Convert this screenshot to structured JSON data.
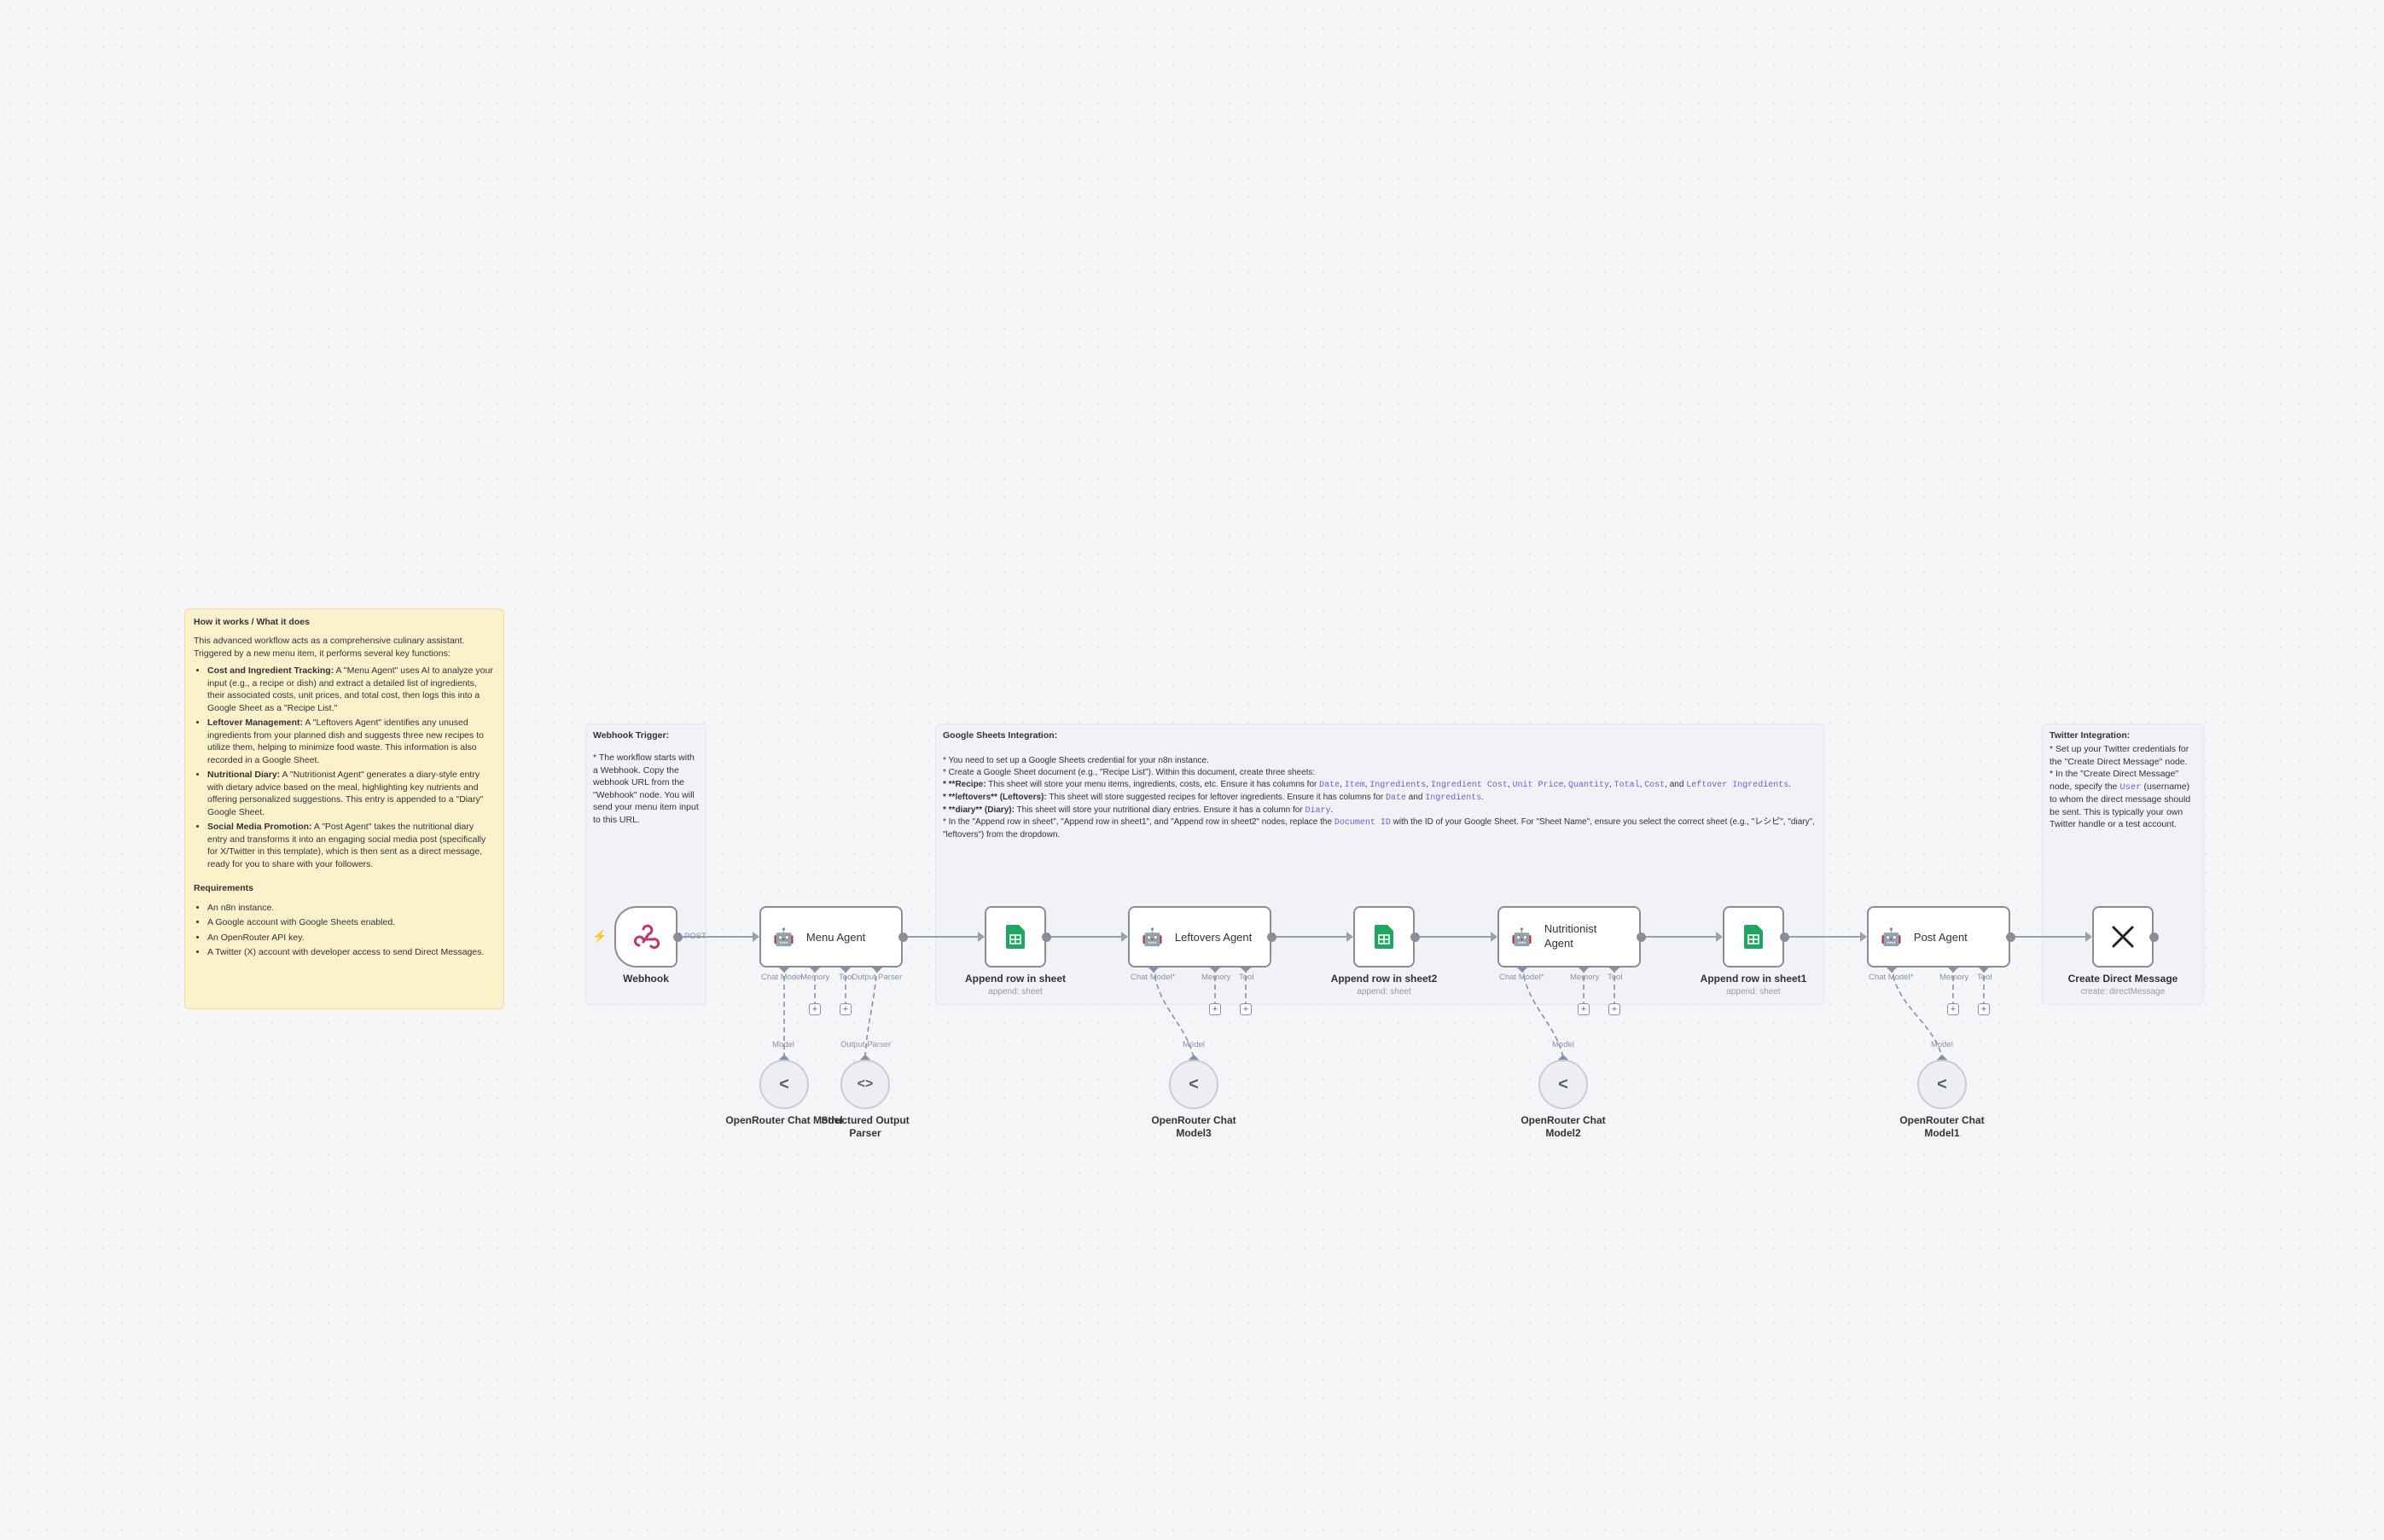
{
  "notes": {
    "main": {
      "title": "How it works / What it does",
      "intro": "This advanced workflow acts as a comprehensive culinary assistant. Triggered by a new menu item, it performs several key functions:",
      "items": [
        {
          "bold": "Cost and Ingredient Tracking:",
          "text": " A \"Menu Agent\" uses AI to analyze your input (e.g., a recipe or dish) and extract a detailed list of ingredients, their associated costs, unit prices, and total cost, then logs this into a Google Sheet as a \"Recipe List.\""
        },
        {
          "bold": "Leftover Management:",
          "text": " A \"Leftovers Agent\" identifies any unused ingredients from your planned dish and suggests three new recipes to utilize them, helping to minimize food waste. This information is also recorded in a Google Sheet."
        },
        {
          "bold": "Nutritional Diary:",
          "text": " A \"Nutritionist Agent\" generates a diary-style entry with dietary advice based on the meal, highlighting key nutrients and offering personalized suggestions. This entry is appended to a \"Diary\" Google Sheet."
        },
        {
          "bold": "Social Media Promotion:",
          "text": " A \"Post Agent\" takes the nutritional diary entry and transforms it into an engaging social media post (specifically for X/Twitter in this template), which is then sent as a direct message, ready for you to share with your followers."
        }
      ],
      "req_title": "Requirements",
      "requirements": [
        "An n8n instance.",
        "A Google account with Google Sheets enabled.",
        "An OpenRouter API key.",
        "A Twitter (X) account with developer access to send Direct Messages."
      ]
    },
    "webhook": {
      "title": "Webhook Trigger:",
      "body": "* The workflow starts with a Webhook. Copy the webhook URL from the \"Webhook\" node. You will send your menu item input to this URL."
    },
    "sheets": {
      "title": "Google Sheets Integration:",
      "l1": "* You need to set up a Google Sheets credential for your n8n instance.",
      "l2": "* Create a Google Sheet document (e.g., \"Recipe List\"). Within this document, create three sheets:",
      "l3a_bold": "* **Recipe:",
      "l3a": " This sheet will store your menu items, ingredients, costs, etc. Ensure it has columns for ",
      "cols": [
        "Date",
        "Item",
        "Ingredients",
        "Ingredient Cost",
        "Unit Price",
        "Quantity",
        "Total",
        "Cost"
      ],
      "and": ", and ",
      "col_last": "Leftover Ingredients",
      "l4_bold": "* **leftovers** (Leftovers):",
      "l4": " This sheet will store suggested recipes for leftover ingredients. Ensure it has columns for ",
      "l4_c1": "Date",
      "l4_and": " and ",
      "l4_c2": "Ingredients",
      "l5_bold": "* **diary** (Diary):",
      "l5": " This sheet will store your nutritional diary entries. Ensure it has a column for ",
      "l5_c": "Diary",
      "l6a": "* In the \"Append row in sheet\", \"Append row in sheet1\", and \"Append row in sheet2\" nodes, replace the ",
      "l6_code": "Document ID",
      "l6b": " with the ID of your Google Sheet. For \"Sheet Name\", ensure you select the correct sheet (e.g., \"レシピ\", \"diary\", \"leftovers\") from the dropdown."
    },
    "twitter": {
      "title": "Twitter Integration:",
      "l1": "* Set up your Twitter credentials for the \"Create Direct Message\" node.",
      "l2a": "* In the \"Create Direct Message\" node, specify the ",
      "l2_code": "User",
      "l2b": " (username) to whom the direct message should be sent. This is typically your own Twitter handle or a test account."
    }
  },
  "nodes": {
    "webhook": {
      "name": "Webhook",
      "method": "POST"
    },
    "menu_agent": {
      "name": "Menu Agent"
    },
    "append0": {
      "name": "Append row in sheet",
      "sub": "append: sheet"
    },
    "leftovers_agent": {
      "name": "Leftovers Agent"
    },
    "append2": {
      "name": "Append row in sheet2",
      "sub": "append: sheet"
    },
    "nutritionist_agent": {
      "name": "Nutritionist Agent"
    },
    "append1": {
      "name": "Append row in sheet1",
      "sub": "append: sheet"
    },
    "post_agent": {
      "name": "Post Agent"
    },
    "create_dm": {
      "name": "Create Direct Message",
      "sub": "create: directMessage"
    }
  },
  "ports": {
    "chat_model": "Chat Model",
    "chat_model_req": "Chat Model*",
    "memory": "Memory",
    "tool": "Tool",
    "output_parser": "Output Parser",
    "model": "Model"
  },
  "subnodes": {
    "or_chat": "OpenRouter Chat Model",
    "parser": "Structured Output Parser",
    "or_chat3": "OpenRouter Chat Model3",
    "or_chat2": "OpenRouter Chat Model2",
    "or_chat1": "OpenRouter Chat Model1"
  },
  "colors": {
    "sheets": "#21a464",
    "trigger_bolt": "#ff6d5a",
    "port": "#8a8fa8",
    "code": "#6e5cd6"
  }
}
